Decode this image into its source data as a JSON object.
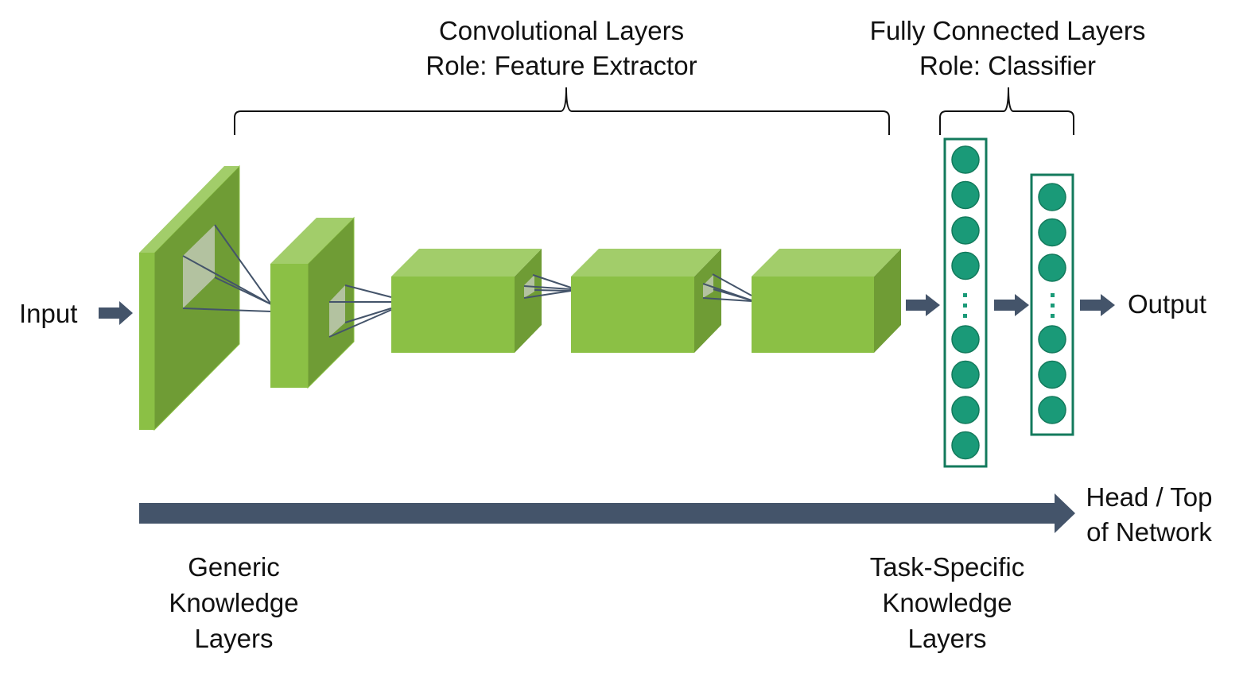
{
  "title": "CNN transfer learning: feature extractor and classifier",
  "labels": {
    "conv_line1": "Convolutional Layers",
    "conv_line2": "Role: Feature Extractor",
    "fc_line1": "Fully Connected Layers",
    "fc_line2": "Role: Classifier",
    "input": "Input",
    "output": "Output",
    "head_line1": "Head / Top",
    "head_line2": "of Network",
    "generic_line1": "Generic",
    "generic_line2": "Knowledge",
    "generic_line3": "Layers",
    "task_line1": "Task-Specific",
    "task_line2": "Knowledge",
    "task_line3": "Layers"
  },
  "colors": {
    "green_front": "#8bc045",
    "green_top": "#a2cd6a",
    "green_side": "#6f9c35",
    "patch": "#b3c2a0",
    "neuron": "#1a9a78",
    "neuron_border": "#137a5c",
    "arrow": "#44546a",
    "text": "#111111"
  },
  "fc_layers": [
    {
      "name": "fc-layer-1",
      "top_neurons": 4,
      "bottom_neurons": 4
    },
    {
      "name": "fc-layer-2",
      "top_neurons": 3,
      "bottom_neurons": 3
    }
  ]
}
